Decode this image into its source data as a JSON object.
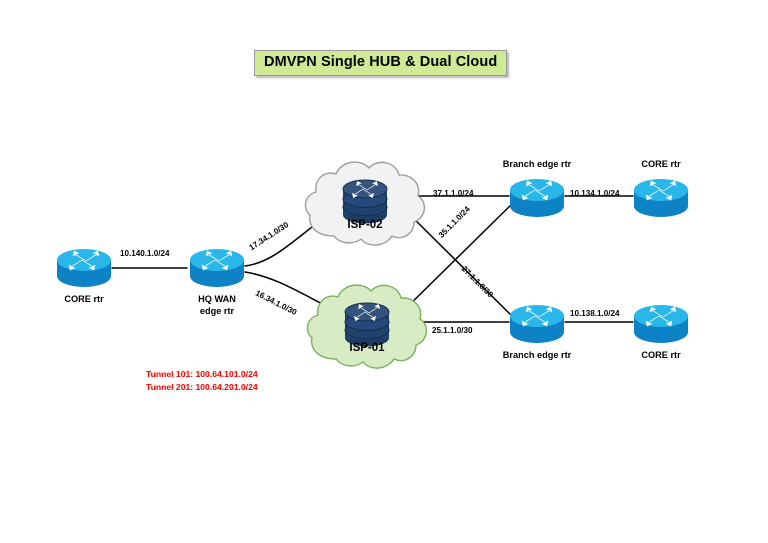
{
  "title": {
    "text": "DMVPN Single HUB & Dual Cloud",
    "badge_fill": "#cfe994",
    "badge_border": "#9a9a9a"
  },
  "colors": {
    "router_top": "#29b6e8",
    "router_body": "#0d82c4",
    "isp_router_top": "#34547e",
    "isp_router_body": "#1d3c63",
    "cloud_gray_fill": "#f2f2f2",
    "cloud_gray_stroke": "#9d9d9d",
    "cloud_green_fill": "#d7ecc4",
    "cloud_green_stroke": "#79b05f",
    "link_stroke": "#000000",
    "tunnel_text": "#ff0000"
  },
  "nodes": [
    {
      "id": "core-left",
      "label": "CORE rtr",
      "type": "router",
      "icon": "router-icon"
    },
    {
      "id": "hq-wan-edge",
      "label": "HQ WAN\nedge rtr",
      "label_line1": "HQ WAN",
      "label_line2": "edge rtr",
      "type": "router",
      "icon": "router-icon"
    },
    {
      "id": "isp-02",
      "label": "ISP-02",
      "type": "cloud",
      "icon": "cloud-icon",
      "cloud_color": "gray"
    },
    {
      "id": "isp-01",
      "label": "ISP-01",
      "type": "cloud",
      "icon": "cloud-icon",
      "cloud_color": "green"
    },
    {
      "id": "branch-edge-top",
      "label": "Branch edge rtr",
      "type": "router",
      "icon": "router-icon"
    },
    {
      "id": "branch-edge-bottom",
      "label": "Branch edge rtr",
      "type": "router",
      "icon": "router-icon"
    },
    {
      "id": "core-top-right",
      "label": "CORE rtr",
      "type": "router",
      "icon": "router-icon"
    },
    {
      "id": "core-bottom-right",
      "label": "CORE rtr",
      "type": "router",
      "icon": "router-icon"
    }
  ],
  "links": [
    {
      "id": "link-core-hq",
      "label": "10.140.1.0/24",
      "from": "core-left",
      "to": "hq-wan-edge",
      "rotated": false
    },
    {
      "id": "link-hq-isp02",
      "label": "17.34.1.0/30",
      "from": "hq-wan-edge",
      "to": "isp-02",
      "rotated": true
    },
    {
      "id": "link-hq-isp01",
      "label": "16.34.1.0/30",
      "from": "hq-wan-edge",
      "to": "isp-01",
      "rotated": true
    },
    {
      "id": "link-isp02-branchtop",
      "label": "37.1.1.0/24",
      "from": "isp-02",
      "to": "branch-edge-top",
      "rotated": false
    },
    {
      "id": "link-isp01-branchtop",
      "label": "35.1.1.0/24",
      "from": "isp-01",
      "to": "branch-edge-top",
      "rotated": true
    },
    {
      "id": "link-isp02-branchbottom",
      "label": "27.1.1.0/30",
      "from": "isp-02",
      "to": "branch-edge-bottom",
      "rotated": true
    },
    {
      "id": "link-isp01-branchbottom",
      "label": "25.1.1.0/30",
      "from": "isp-01",
      "to": "branch-edge-bottom",
      "rotated": false
    },
    {
      "id": "link-branchtop-core",
      "label": "10.134.1.0/24",
      "from": "branch-edge-top",
      "to": "core-top-right",
      "rotated": false
    },
    {
      "id": "link-branchbottom-core",
      "label": "10.138.1.0/24",
      "from": "branch-edge-bottom",
      "to": "core-bottom-right",
      "rotated": false
    }
  ],
  "tunnels": {
    "line1": "Tunnel 101: 100.64.101.0/24",
    "line2": "Tunnel 201: 100.64.201.0/24"
  }
}
